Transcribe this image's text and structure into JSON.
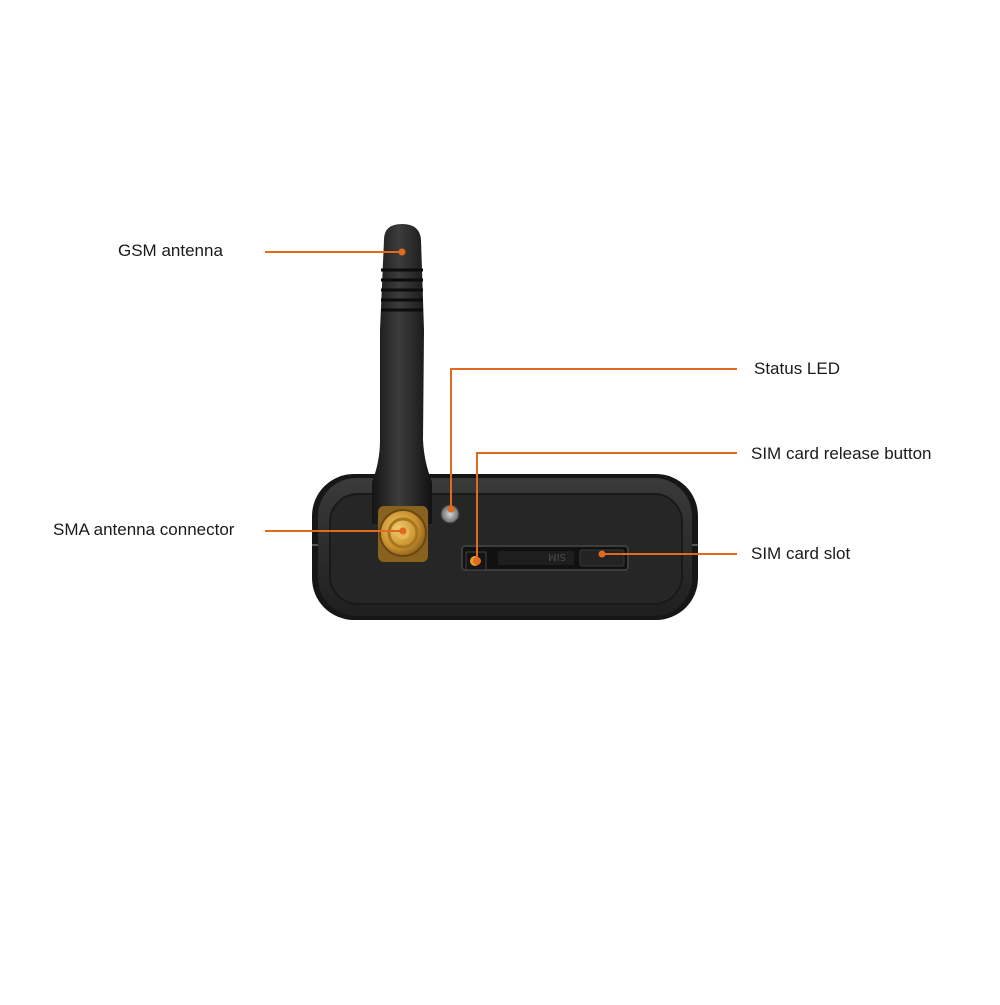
{
  "accent_color": "#e06a1e",
  "device": {
    "parts": [
      "gsm-antenna",
      "sma-antenna-connector",
      "status-led",
      "sim-card-release-button",
      "sim-card-slot"
    ]
  },
  "callouts": {
    "gsm_antenna": "GSM antenna",
    "status_led": "Status LED",
    "sim_release_button": "SIM card release button",
    "sma_connector": "SMA antenna connector",
    "sim_slot": "SIM card slot"
  },
  "slot_marking": "SIM"
}
